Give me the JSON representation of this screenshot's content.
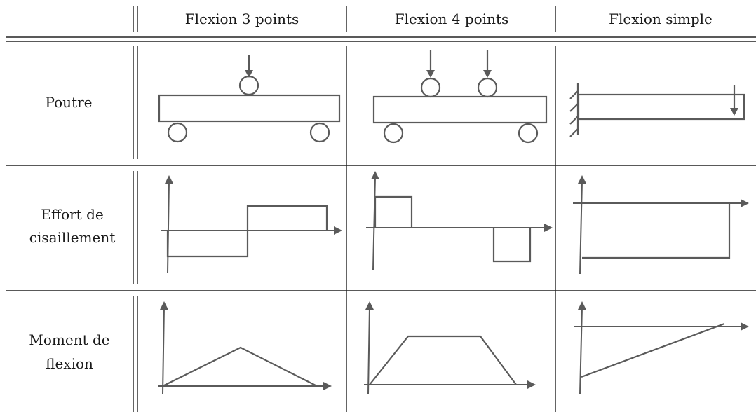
{
  "table": {
    "columns": [
      "Flexion 3 points",
      "Flexion 4 points",
      "Flexion simple"
    ],
    "rows": [
      {
        "label_lines": [
          "Poutre"
        ]
      },
      {
        "label_lines": [
          "Effort de",
          "cisaillement"
        ]
      },
      {
        "label_lines": [
          "Moment de",
          "flexion"
        ]
      }
    ]
  },
  "colors": {
    "line": "#5a5a5a",
    "rule": "#222222"
  },
  "icons": [
    "down-arrow",
    "roller-support",
    "fixed-wall",
    "axis-arrow"
  ]
}
